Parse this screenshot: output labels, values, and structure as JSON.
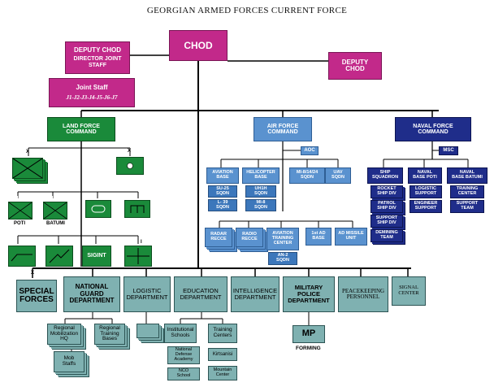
{
  "title": "GEORGIAN ARMED FORCES CURRENT FORCE",
  "top": {
    "chod": "CHOD",
    "deputy_chod_director": "DEPUTY  CHOD",
    "director_joint_staff": "DIRECTOR JOINT\nSTAFF",
    "deputy_chod": "DEPUTY\nCHOD",
    "joint_staff": "Joint Staff",
    "joint_staff_sections": "J1-J2-J3-J4-J5-J6-J7"
  },
  "land": {
    "command": "LAND FORCE\nCOMMAND",
    "unit_x": "X",
    "unit_dot": "•",
    "unit_ii_1": "II",
    "unit_ii_2": "II",
    "loc_poti": "POTI",
    "loc_batumi": "BATUMI",
    "sigint": "SIGINT",
    "unit_x_small": "X",
    "unit_i": "I"
  },
  "air": {
    "command": "AIR FORCE\nCOMMAND",
    "aoc": "AOC",
    "aviation_base": "AVIATION\nBASE",
    "su25": "SU-25\nSQDN",
    "l39": "L- 39\nSQDN",
    "helicopter_base": "HELICOPTER\nBASE",
    "uh1h": "UH1H\nSQDN",
    "mi8": "MI-8\nSQDN",
    "mi_sqdn": "MI-8/14/24\nSQDN",
    "uav": "UAV\nSQDN",
    "radar_recce": "RADAR\nRECCE",
    "radio_recce": "RADIO\nRECCE",
    "aviation_training": "AVIATION\nTRAINING\nCENTER",
    "an2": "AN-2\nSQDN",
    "ad_base": "1st AD\nBASE",
    "ad_missile": "AD MISSILE\nUNIT"
  },
  "naval": {
    "command": "NAVAL FORCE\nCOMMAND",
    "msc": "MSC",
    "ship_squadron": "SHIP\nSQUADRON",
    "rocket": "ROCKET\nSHIP DIV",
    "patrol": "PATROL\nSHIP DIV",
    "support_ship": "SUPPORT\nSHIP DIV",
    "demining": "DEMINING\nTEAM",
    "base_poti": "NAVAL\nBASE POTI",
    "logistic_support": "LOGISTIC\nSUPPORT",
    "engineer_support": "ENGINEER\nSUPPORT",
    "base_batumi": "NAVAL\nBASE BATUMI",
    "training_center": "TRAINING\nCENTER",
    "support_team": "SUPPORT\nTEAM"
  },
  "bottom": {
    "special_forces": "SPECIAL\nFORCES",
    "national_guard": "NATIONAL\nGUARD\nDEPARTMENT",
    "regional_mob": "Regional\nMobilization\nHQ",
    "regional_training": "Regional\nTraining\nBases",
    "mob_staffs": "Mob\nStaffs",
    "logistic": "LOGISTIC\nDEPARTMENT",
    "education": "EDUCATION\nDEPARTMENT",
    "institutional_schools": "Institutional\nSchools",
    "training_centers": "Training\nCenters",
    "national_defense_academy": "National\nDefense\nAcademy",
    "nco_school": "NCO\nSchool",
    "kirtsanisi": "Kirtsanisi",
    "mountain_center": "Mountain\nCenter",
    "intelligence": "INTELLIGENCE\nDEPARTMENT",
    "military_police": "MILITARY\nPOLICE\nDEPARTMENT",
    "mp": "MP",
    "forming": "FORMING",
    "peacekeeping": "PEACEKEEPING\nPERSONNEL",
    "signal": "SIGNAL\nCENTER"
  },
  "colors": {
    "leadership": "#c2298a",
    "land": "#1a8a3a",
    "air": "#5a92cf",
    "naval": "#1f2d8a",
    "departments": "#7fb1b1"
  }
}
